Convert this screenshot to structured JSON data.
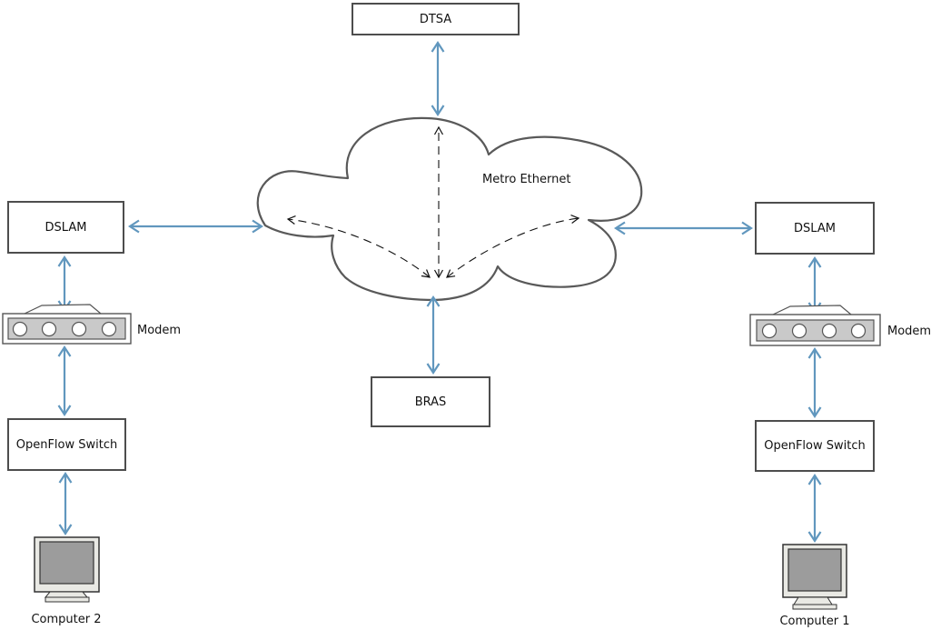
{
  "diagram": {
    "type": "network-topology",
    "nodes": {
      "dtsa": {
        "label": "DTSA"
      },
      "metro_ethernet": {
        "label": "Metro Ethernet",
        "shape": "cloud"
      },
      "dslam_left": {
        "label": "DSLAM"
      },
      "dslam_right": {
        "label": "DSLAM"
      },
      "modem_left": {
        "label": "Modem",
        "icon": "modem-icon"
      },
      "modem_right": {
        "label": "Modem",
        "icon": "modem-icon"
      },
      "bras": {
        "label": "BRAS"
      },
      "openflow_left": {
        "label": "OpenFlow Switch"
      },
      "openflow_right": {
        "label": "OpenFlow Switch"
      },
      "computer_2": {
        "label": "Computer 2",
        "icon": "computer-icon"
      },
      "computer_1": {
        "label": "Computer 1",
        "icon": "computer-icon"
      }
    },
    "connections": [
      {
        "from": "dtsa",
        "to": "metro_ethernet",
        "style": "solid-blue-double-arrow"
      },
      {
        "from": "dslam_left",
        "to": "metro_ethernet",
        "style": "solid-blue-double-arrow"
      },
      {
        "from": "dslam_right",
        "to": "metro_ethernet",
        "style": "solid-blue-double-arrow"
      },
      {
        "from": "bras",
        "to": "metro_ethernet",
        "style": "solid-blue-double-arrow"
      },
      {
        "from": "dslam_left",
        "to": "modem_left",
        "style": "solid-blue-double-arrow"
      },
      {
        "from": "modem_left",
        "to": "openflow_left",
        "style": "solid-blue-double-arrow"
      },
      {
        "from": "openflow_left",
        "to": "computer_2",
        "style": "solid-blue-double-arrow"
      },
      {
        "from": "dslam_right",
        "to": "modem_right",
        "style": "solid-blue-double-arrow"
      },
      {
        "from": "modem_right",
        "to": "openflow_right",
        "style": "solid-blue-double-arrow"
      },
      {
        "from": "openflow_right",
        "to": "computer_1",
        "style": "solid-blue-double-arrow"
      },
      {
        "from": "cloud_bottom_center",
        "to": "cloud_top",
        "style": "dashed-black-double-arrow"
      },
      {
        "from": "cloud_bottom_center",
        "to": "cloud_left_notch",
        "style": "dashed-black-double-arrow"
      },
      {
        "from": "cloud_bottom_center",
        "to": "cloud_right_notch",
        "style": "dashed-black-double-arrow"
      }
    ],
    "colors": {
      "arrow_blue": "#6197be",
      "box_border": "#4d4d4d",
      "cloud_stroke": "#595959",
      "screen_gray": "#9c9c9c",
      "device_gray": "#c9c9c9",
      "bezel_gray": "#e9e9e4",
      "text_color": "#111111"
    }
  }
}
